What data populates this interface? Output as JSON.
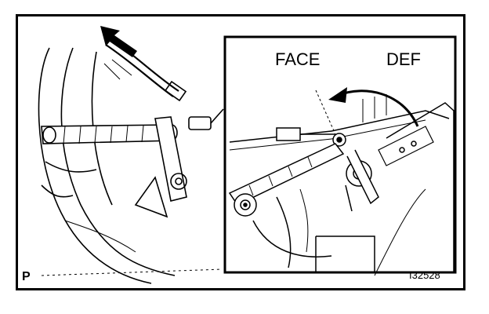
{
  "figure": {
    "label_face": "FACE",
    "label_def": "DEF",
    "page_marker": "P",
    "figure_code": "I32528"
  }
}
